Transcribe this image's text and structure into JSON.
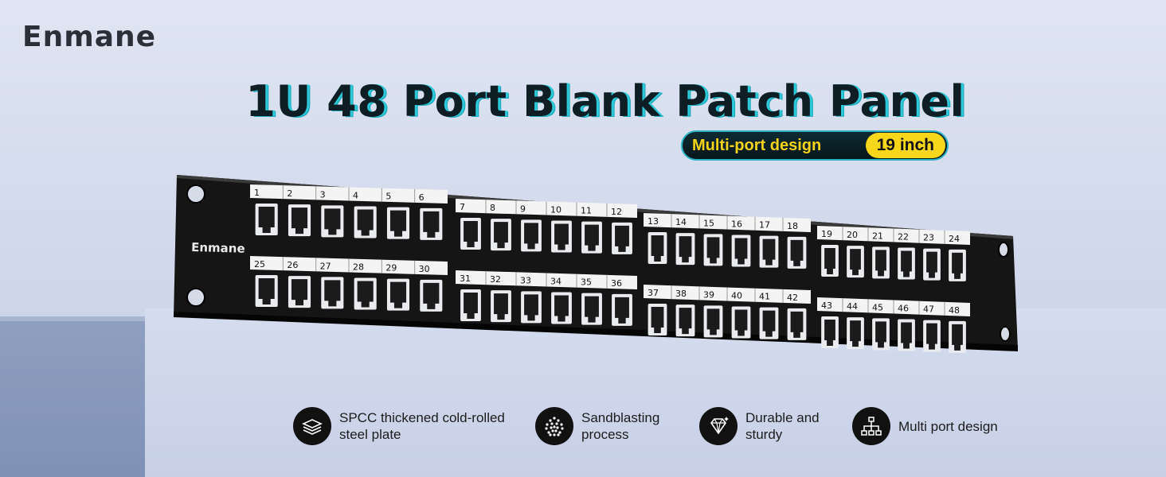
{
  "brand": {
    "logo_text": "Enmane",
    "panel_logo_text": "Enmane"
  },
  "headline": {
    "title": "1U 48 Port Blank Patch Panel",
    "tag_left": "Multi-port design",
    "tag_right": "19 inch"
  },
  "panel": {
    "ports": [
      "1",
      "2",
      "3",
      "4",
      "5",
      "6",
      "7",
      "8",
      "9",
      "10",
      "11",
      "12",
      "13",
      "14",
      "15",
      "16",
      "17",
      "18",
      "19",
      "20",
      "21",
      "22",
      "23",
      "24",
      "25",
      "26",
      "27",
      "28",
      "29",
      "30",
      "31",
      "32",
      "33",
      "34",
      "35",
      "36",
      "37",
      "38",
      "39",
      "40",
      "41",
      "42",
      "43",
      "44",
      "45",
      "46",
      "47",
      "48"
    ]
  },
  "features": [
    {
      "icon": "stacked-plates-icon",
      "line1": "SPCC thickened cold-rolled",
      "line2": "steel plate"
    },
    {
      "icon": "sandblast-dots-icon",
      "line1": "Sandblasting",
      "line2": "process"
    },
    {
      "icon": "diamond-icon",
      "line1": "Durable and",
      "line2": "sturdy"
    },
    {
      "icon": "network-tree-icon",
      "line1": "Multi port design",
      "line2": ""
    }
  ],
  "colors": {
    "accent_cyan": "#2ec9d8",
    "tag_yellow": "#f7d71c",
    "panel_black": "#141414"
  }
}
